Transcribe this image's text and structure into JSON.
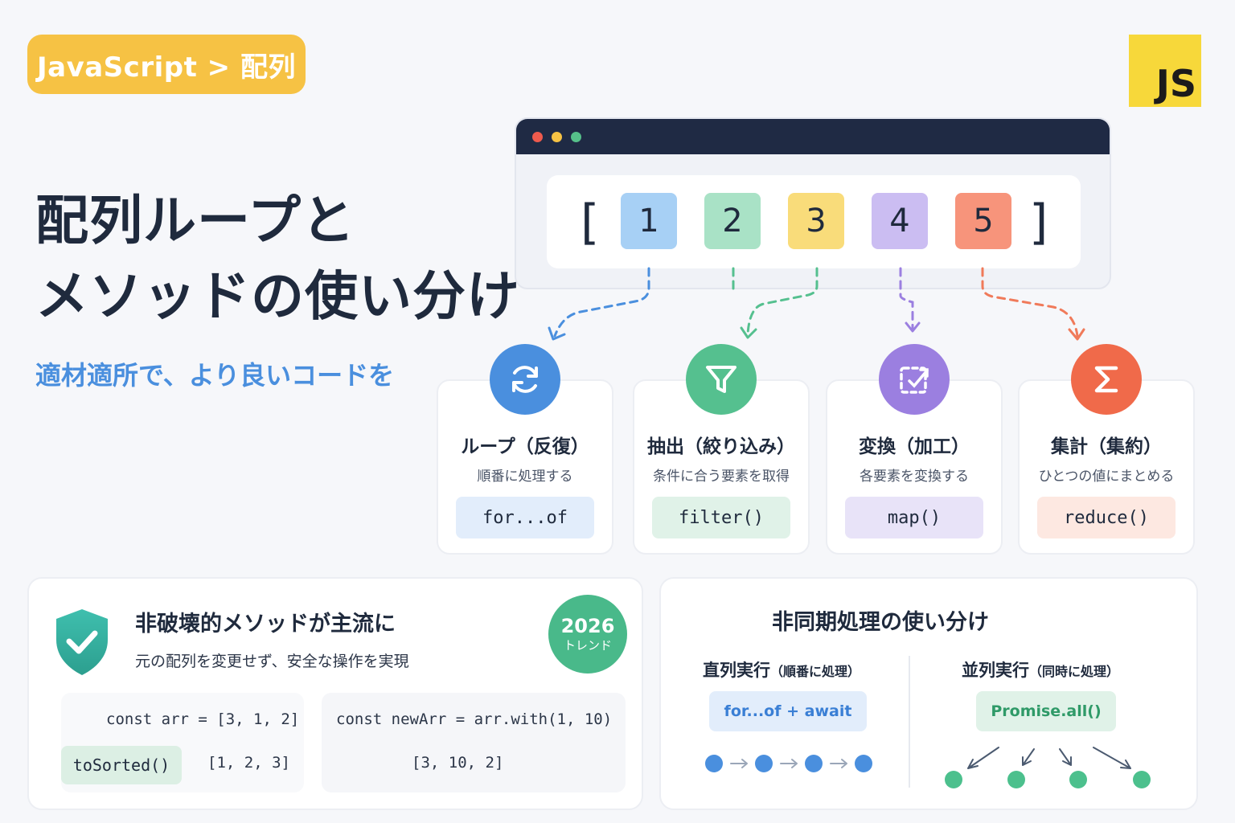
{
  "breadcrumb": "JavaScript > 配列",
  "logo": "JS",
  "title_line1": "配列ループと",
  "title_line2": "メソッドの使い分け",
  "subtitle": "適材適所で、より良いコードを",
  "window_dots": [
    "#ee5a4d",
    "#f6c244",
    "#56c08a"
  ],
  "array": {
    "open": "[",
    "close": "]",
    "items": [
      {
        "value": "1",
        "color": "#a7d0f5"
      },
      {
        "value": "2",
        "color": "#a9e2c6"
      },
      {
        "value": "3",
        "color": "#f9dc7a"
      },
      {
        "value": "4",
        "color": "#cbbdf2"
      },
      {
        "value": "5",
        "color": "#f7947b"
      }
    ]
  },
  "methods": [
    {
      "icon": "refresh-icon",
      "color": "#4a8fde",
      "title": "ループ（反復）",
      "desc": "順番に処理する",
      "code": "for...of",
      "code_bg": "#e2edfb"
    },
    {
      "icon": "filter-icon",
      "color": "#55c08f",
      "title": "抽出（絞り込み）",
      "desc": "条件に合う要素を取得",
      "code": "filter()",
      "code_bg": "#e0f2e8"
    },
    {
      "icon": "transform-icon",
      "color": "#9b7fe0",
      "title": "変換（加工）",
      "desc": "各要素を変換する",
      "code": "map()",
      "code_bg": "#e8e3f8"
    },
    {
      "icon": "sigma-icon",
      "color": "#f06a4a",
      "title": "集計（集約）",
      "desc": "ひとつの値にまとめる",
      "code": "reduce()",
      "code_bg": "#fde8e1"
    }
  ],
  "non_destructive": {
    "title": "非破壊的メソッドが主流に",
    "desc": "元の配列を変更せず、安全な操作を実現",
    "badge_year": "2026",
    "badge_text": "トレンド",
    "left_code": "const arr = [3, 1, 2]",
    "left_method": "toSorted()",
    "left_result": "[1, 2, 3]",
    "right_code": "const newArr = arr.with(1, 10)",
    "right_result": "[3, 10, 2]"
  },
  "async": {
    "title": "非同期処理の使い分け",
    "serial_title": "直列実行",
    "serial_note": "（順番に処理）",
    "serial_code": "for...of + await",
    "parallel_title": "並列実行",
    "parallel_note": "（同時に処理）",
    "parallel_code": "Promise.all()"
  }
}
